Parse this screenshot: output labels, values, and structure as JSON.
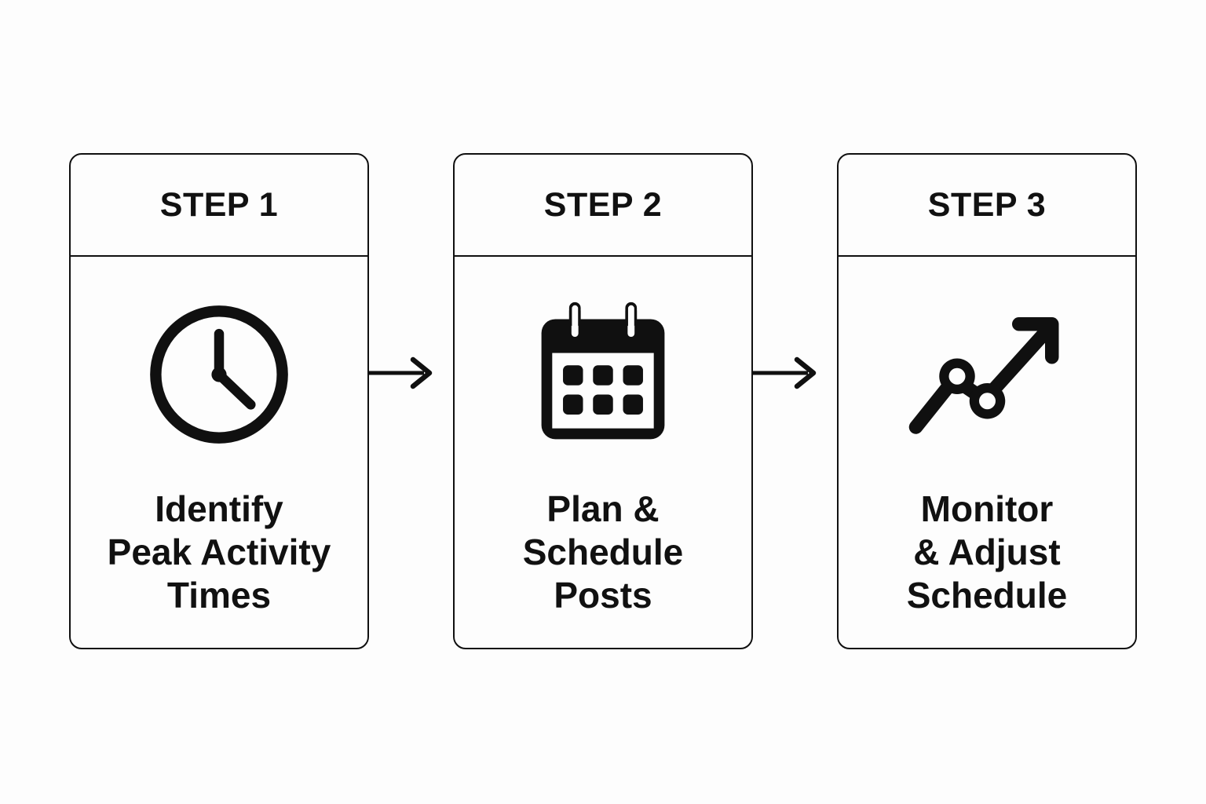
{
  "diagram": {
    "type": "process-flow",
    "background_color": "#fdfdfd",
    "line_color": "#101010",
    "text_color": "#111111",
    "steps": [
      {
        "header": "STEP 1",
        "icon": "clock-icon",
        "caption": "Identify\nPeak Activity\nTimes"
      },
      {
        "header": "STEP 2",
        "icon": "calendar-icon",
        "caption": "Plan &\nSchedule\nPosts"
      },
      {
        "header": "STEP 3",
        "icon": "trending-up-arrow-icon",
        "caption": "Monitor\n& Adjust\nSchedule"
      }
    ],
    "connectors": [
      {
        "name": "arrow-step1-to-step2",
        "direction": "right"
      },
      {
        "name": "arrow-step2-to-step3",
        "direction": "right"
      }
    ]
  }
}
